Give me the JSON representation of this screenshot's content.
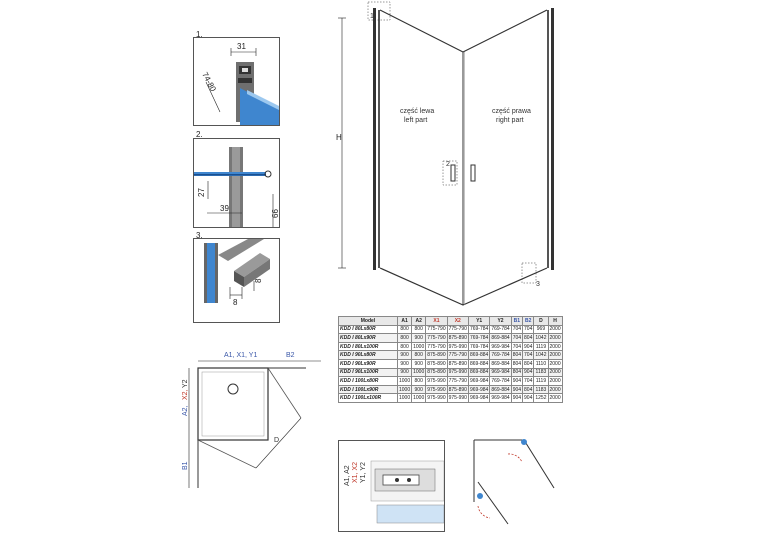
{
  "detail1": {
    "num": "1.",
    "dim_a": "31",
    "dim_b": "74-80"
  },
  "detail2": {
    "num": "2.",
    "dim_a": "27",
    "dim_b": "39",
    "dim_c": "66"
  },
  "detail3": {
    "num": "3.",
    "dim_a": "8",
    "dim_b": "8"
  },
  "elevation": {
    "height_label": "H",
    "left_part_pl": "część lewa",
    "left_part_en": "left part",
    "right_part_pl": "część prawa",
    "right_part_en": "right part",
    "ref1": "1",
    "ref2": "2",
    "ref3": "3"
  },
  "plan": {
    "top_label": "A1, X1, Y1",
    "top_x1": "X1",
    "top_right": "B2",
    "side_a2": "A2,",
    "side_x2": "X2,",
    "side_y2": "Y2",
    "side_b1": "B1",
    "diag": "D"
  },
  "side_view": {
    "labels": [
      "A1, A2",
      "X1, X2",
      "Y1, Y2"
    ]
  },
  "table": {
    "headers": [
      "Model",
      "A1",
      "A2",
      "X1",
      "X2",
      "Y1",
      "Y2",
      "B1",
      "B2",
      "D",
      "H"
    ],
    "rows": [
      [
        "KDD I 80Lx80R",
        "800",
        "800",
        "775-790",
        "775-790",
        "769-784",
        "769-784",
        "704",
        "704",
        "969",
        "2000"
      ],
      [
        "KDD I 80Lx90R",
        "800",
        "900",
        "775-790",
        "875-890",
        "769-784",
        "869-884",
        "704",
        "804",
        "1042",
        "2000"
      ],
      [
        "KDD I 80Lx100R",
        "800",
        "1000",
        "775-790",
        "975-990",
        "769-784",
        "969-984",
        "704",
        "904",
        "1119",
        "2000"
      ],
      [
        "KDD I 90Lx80R",
        "900",
        "800",
        "875-890",
        "775-790",
        "869-884",
        "769-784",
        "804",
        "704",
        "1042",
        "2000"
      ],
      [
        "KDD I 90Lx90R",
        "900",
        "900",
        "875-890",
        "875-890",
        "869-884",
        "869-884",
        "804",
        "804",
        "1110",
        "2000"
      ],
      [
        "KDD I 90Lx100R",
        "900",
        "1000",
        "875-890",
        "975-990",
        "869-884",
        "969-984",
        "804",
        "904",
        "1183",
        "2000"
      ],
      [
        "KDD I 100Lx80R",
        "1000",
        "800",
        "975-990",
        "775-790",
        "969-984",
        "769-784",
        "904",
        "704",
        "1119",
        "2000"
      ],
      [
        "KDD I 100Lx90R",
        "1000",
        "900",
        "975-990",
        "875-890",
        "969-984",
        "869-884",
        "904",
        "804",
        "1183",
        "2000"
      ],
      [
        "KDD I 100Lx100R",
        "1000",
        "1000",
        "975-990",
        "975-990",
        "969-984",
        "969-984",
        "904",
        "904",
        "1252",
        "2000"
      ]
    ]
  }
}
